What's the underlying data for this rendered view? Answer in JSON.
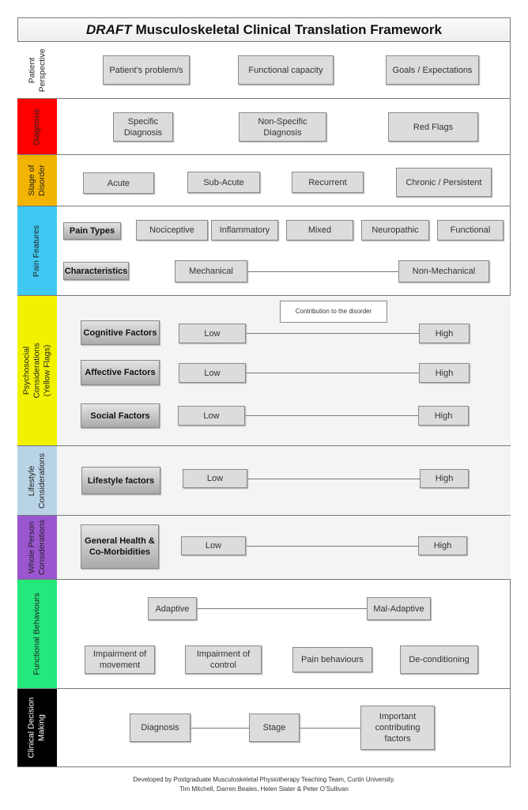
{
  "title": {
    "draft": "DRAFT",
    "rest": "Musculoskeletal Clinical Translation Framework"
  },
  "rows": [
    {
      "label": "Patient\nPerspective",
      "color": "#ffffff",
      "boxes": [
        "Patient’s problem/s",
        "Functional capacity",
        "Goals / Expectations"
      ]
    },
    {
      "label": "Diagnosis",
      "color": "#ff0000",
      "boxes": [
        "Specific\nDiagnosis",
        "Non-Specific\nDiagnosis",
        "Red Flags"
      ]
    },
    {
      "label": "Stage of\nDisorder",
      "color": "#f2b400",
      "boxes": [
        "Acute",
        "Sub-Acute",
        "Recurrent",
        "Chronic / Persistent"
      ]
    },
    {
      "label": "Pain Features",
      "color": "#3ec8f2",
      "boxes": [
        "Pain Types",
        "Nociceptive",
        "Inflammatory",
        "Mixed",
        "Neuropathic",
        "Functional",
        "Characteristics",
        "Mechanical",
        "Non-Mechanical"
      ]
    },
    {
      "label": "Psychosocial\nConsiderations\n(Yellow Flags)",
      "color": "#f2f200",
      "boxes": [
        "Contribution to the disorder",
        "Cognitive Factors",
        "Low",
        "High",
        "Affective Factors",
        "Low",
        "High",
        "Social Factors",
        "Low",
        "High"
      ]
    },
    {
      "label": "Lifestyle\nConsiderations",
      "color": "#b9d3e6",
      "boxes": [
        "Lifestyle factors",
        "Low",
        "High"
      ]
    },
    {
      "label": "Whole Person\nConsiderations",
      "color": "#9a55cf",
      "boxes": [
        "General Health &\nCo-Morbidities",
        "Low",
        "High"
      ]
    },
    {
      "label": "Functional Behaviours",
      "color": "#24e87c",
      "boxes": [
        "Adaptive",
        "Mal-Adaptive",
        "Impairment of\nmovement",
        "Impairment of\ncontrol",
        "Pain behaviours",
        "De-conditioning"
      ]
    },
    {
      "label": "Clinical Decision\nMaking",
      "color": "#000000",
      "boxes": [
        "Diagnosis",
        "Stage",
        "Important\ncontributing\nfactors"
      ]
    }
  ],
  "footer": [
    "Developed by Postgraduate Musculoskeletal Physiotherapy Teaching Team, Curtin University.",
    "Tim Mitchell, Darren Beales, Helen Slater & Peter O’Sullivan"
  ]
}
